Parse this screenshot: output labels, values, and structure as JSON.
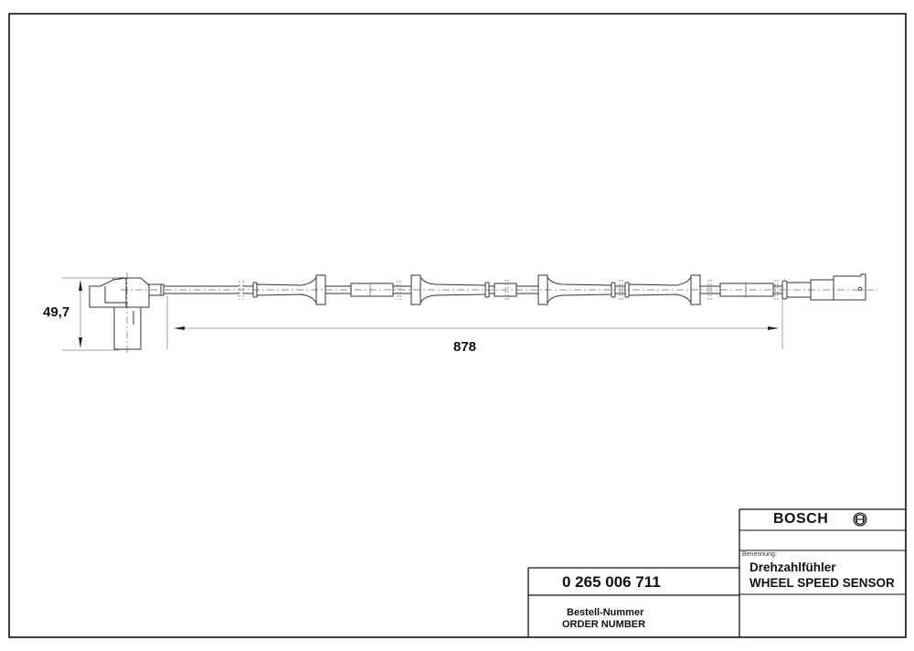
{
  "drawing": {
    "dimensions": {
      "height_label": "49,7",
      "length_label": "878"
    }
  },
  "title_block": {
    "brand": "BOSCH",
    "brand_icon": "bosch-armature-logo",
    "designation_caption": "Benennung:",
    "designation_de": "Drehzahlfühler",
    "designation_en": "WHEEL SPEED SENSOR",
    "part_number": "0 265 006 711",
    "order_label_de": "Bestell-Nummer",
    "order_label_en": "ORDER NUMBER"
  },
  "colors": {
    "line": "#222222",
    "thin_line": "#555555",
    "dim_line": "#888888",
    "background": "#ffffff"
  }
}
